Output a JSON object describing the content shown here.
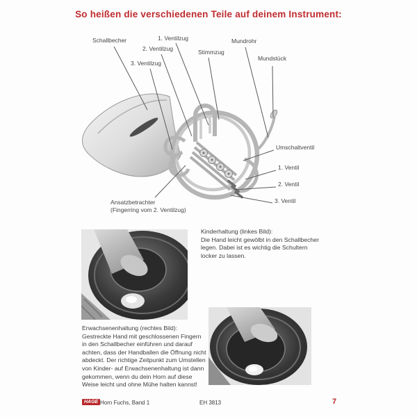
{
  "page": {
    "title": "So heißen die verschiedenen Teile auf deinem Instrument:"
  },
  "diagram": {
    "labels": {
      "schallbecher": "Schallbecher",
      "ventilzug1": "1. Ventilzug",
      "ventilzug2": "2. Ventilzug",
      "ventilzug3": "3. Ventilzug",
      "stimmzug": "Stimmzug",
      "mundrohr": "Mundrohr",
      "mundstueck": "Mundstück",
      "umschaltventil": "Umschaltventil",
      "ventil1": "1. Ventil",
      "ventil2": "2. Ventil",
      "ventil3": "3. Ventil",
      "ansatzbetrachter": "Ansatzbetrachter\n(Fingerring vom 2. Ventilzug)"
    }
  },
  "captions": {
    "kinderhaltung": "Kinderhaltung (linkes Bild):\nDie Hand leicht gewölbt in den Schallbecher\nlegen. Dabei ist es wichtig die Schultern\nlocker zu lassen.",
    "erwachsenenhaltung": "Erwachsenenhaltung (rechtes Bild):\nGestreckte Hand mit geschlossenen Fingern\nin den Schallbecher einführen und darauf\nachten, dass der Handballen die Öffnung nicht\nabdeckt. Der richtige Zeitpunkt zum Umstellen\nvon Kinder- auf Erwachsenenhaltung ist dann\ngekommen, wenn du dein Horn auf diese\nWeise leicht und ohne Mühe halten kannst!"
  },
  "footer": {
    "logo": "HAGE",
    "book": "Horn Fuchs, Band 1",
    "catalog": "EH 3813",
    "page_number": "7"
  },
  "colors": {
    "accent_red": "#bf2b2f",
    "leader_line": "#5a5a5a",
    "horn_gray": "#b5b5b5"
  }
}
